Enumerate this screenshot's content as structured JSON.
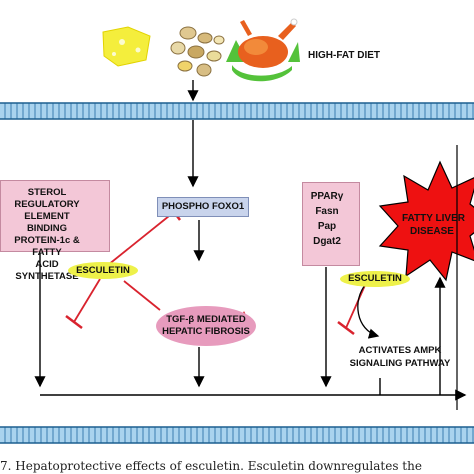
{
  "diet_label": "HIGH-FAT DIET",
  "srebp_box": {
    "lines": [
      "STEROL REGULATORY",
      "ELEMENT BINDING",
      "PROTEIN-1c & FATTY",
      "ACID SYNTHETASE"
    ]
  },
  "foxo_box": "PHOSPHO FOXO1",
  "esculetin_left": "ESCULETIN",
  "esculetin_right": "ESCULETIN",
  "tgf_ellipse": {
    "line1": "TGF-β MEDIATED",
    "line2": "HEPATIC FIBROSIS"
  },
  "ppar_box": {
    "lines": [
      "PPARγ",
      "Fasn",
      "Pap",
      "Dgat2"
    ]
  },
  "fatty_liver_star": {
    "line1": "FATTY LIVER",
    "line2": "DISEASE"
  },
  "ampk": {
    "line1": "ACTIVATES AMPK",
    "line2": "SIGNALING PATHWAY"
  },
  "caption_visible": "7. Hepatoprotective effects of esculetin. Esculetin downregulates the",
  "colors": {
    "membrane_fill": "#a9d3ee",
    "membrane_outline": "#1c5f8f",
    "inhibit_red": "#d9232e",
    "up_arrow_red": "#d9232e",
    "star_red": "#ee1111",
    "esculetin_yellow": "#eef14a",
    "pink_box": "#f3c7d7",
    "blue_box": "#c9d4ec",
    "tgf_pink": "#e79bbd"
  },
  "icons": [
    "cheese-icon",
    "beans-icon",
    "roast-chicken-icon"
  ]
}
